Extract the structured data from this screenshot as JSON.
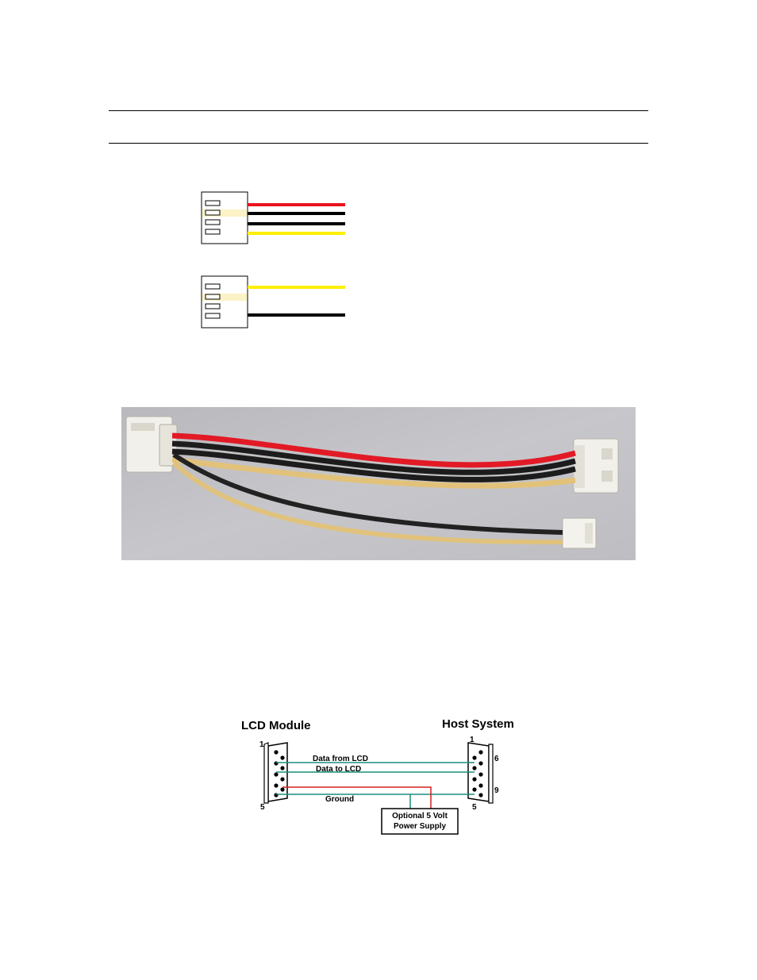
{
  "photo": {
    "description_icon": "cable-photo"
  },
  "serial_diagram": {
    "lcd_title": "LCD Module",
    "host_title": "Host System",
    "lcd_pin_top": "1",
    "lcd_pin_bottom": "5",
    "host_pin_top": "1",
    "host_pin_6": "6",
    "host_pin_9": "9",
    "host_pin_bottom": "5",
    "line_data_from": "Data from LCD",
    "line_data_to": "Data to LCD",
    "line_ground": "Ground",
    "psu_line1": "Optional 5 Volt",
    "psu_line2": "Power Supply",
    "colors": {
      "signal": "#1a8f7a",
      "power": "#d42020"
    }
  },
  "colors": {
    "wire_red": "#e8141e",
    "wire_black": "#000000",
    "wire_yellow": "#ffee00",
    "connector_fill": "#ffffff",
    "connector_highlight": "#fbf3c6"
  }
}
